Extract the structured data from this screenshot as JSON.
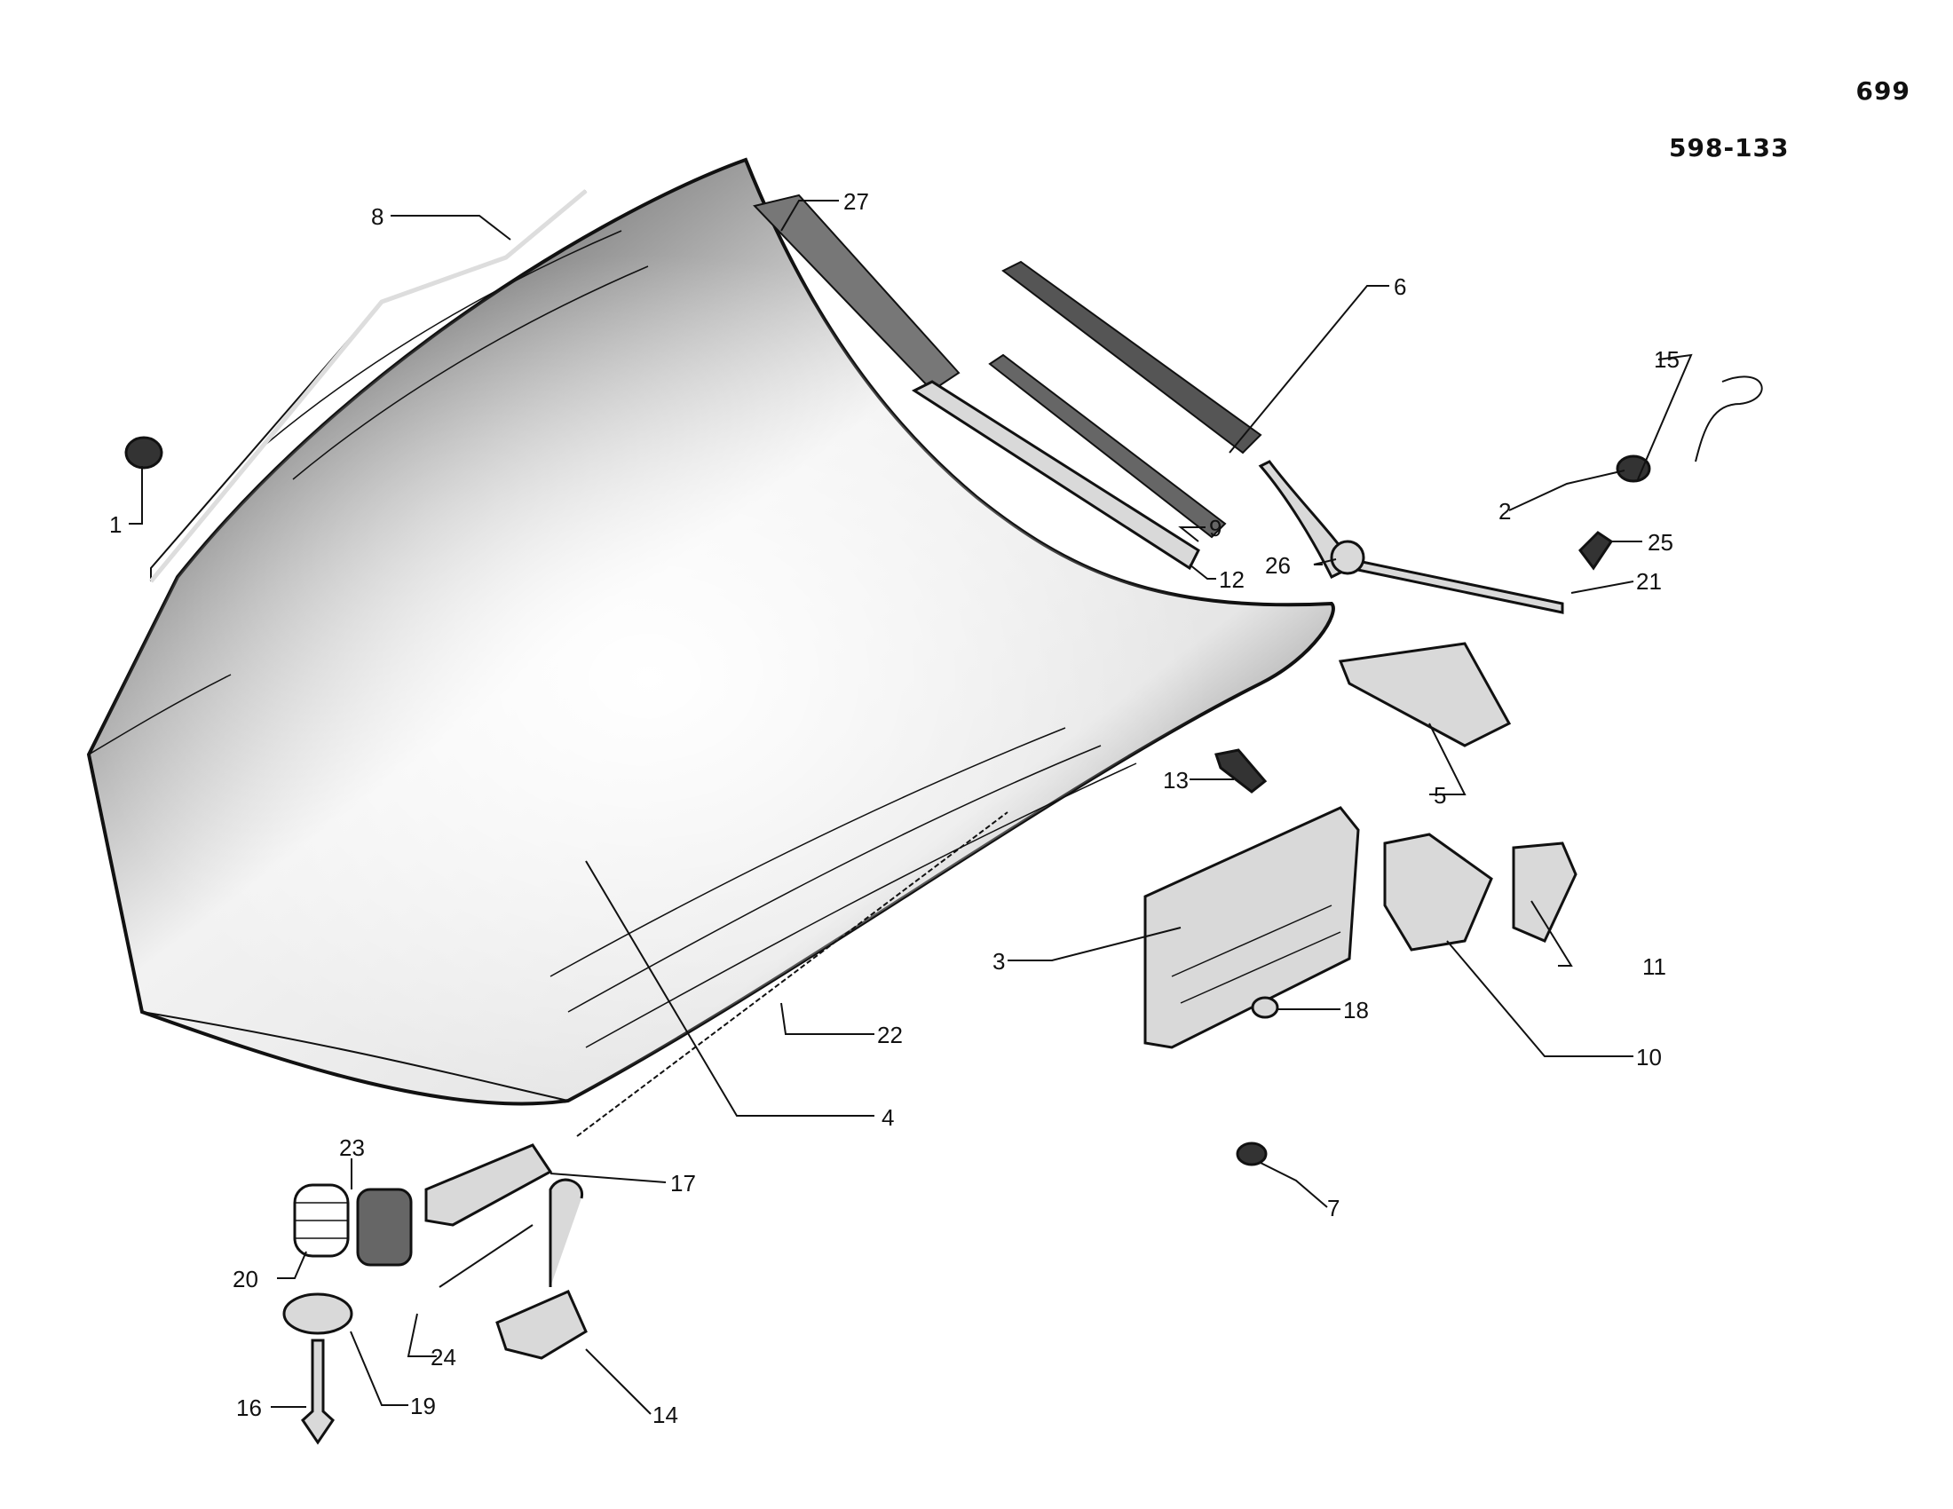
{
  "header": {
    "page_number": "699",
    "reference_code": "598-133"
  },
  "callouts": {
    "p1": "1",
    "p2": "2",
    "p3": "3",
    "p4": "4",
    "p5": "5",
    "p6": "6",
    "p7": "7",
    "p8": "8",
    "p9": "9",
    "p10": "10",
    "p11": "11",
    "p12": "12",
    "p13": "13",
    "p14": "14",
    "p15": "15",
    "p16": "16",
    "p17": "17",
    "p18": "18",
    "p19": "19",
    "p20": "20",
    "p21": "21",
    "p22": "22",
    "p23": "23",
    "p24": "24",
    "p25": "25",
    "p26": "26",
    "p27": "27"
  },
  "colors": {
    "ink": "#111111",
    "paper": "#ffffff",
    "shade": "#d9d9d9"
  }
}
